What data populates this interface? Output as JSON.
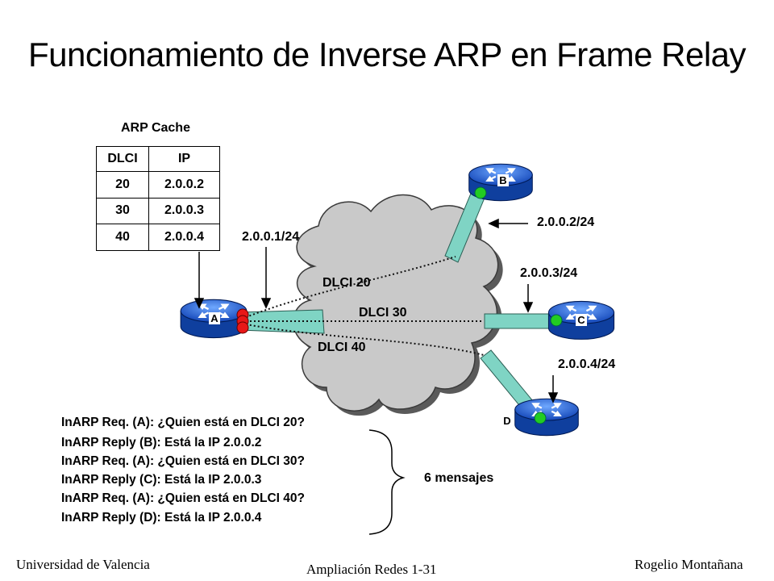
{
  "title": "Funcionamiento de Inverse ARP en Frame Relay",
  "arp_cache": {
    "caption": "ARP Cache",
    "headers": [
      "DLCI",
      "IP"
    ],
    "rows": [
      {
        "dlci": "20",
        "ip": "2.0.0.2"
      },
      {
        "dlci": "30",
        "ip": "2.0.0.3"
      },
      {
        "dlci": "40",
        "ip": "2.0.0.4"
      }
    ]
  },
  "routers": {
    "a": "A",
    "b": "B",
    "c": "C",
    "d": "D"
  },
  "addresses": {
    "a": "2.0.0.1/24",
    "b": "2.0.0.2/24",
    "c": "2.0.0.3/24",
    "d": "2.0.0.4/24"
  },
  "dlci_labels": {
    "d20": "DLCI 20",
    "d30": "DLCI 30",
    "d40": "DLCI 40"
  },
  "messages": [
    "InARP Req. (A): ¿Quien está en DLCI 20?",
    "InARP Reply (B): Está la IP 2.0.0.2",
    "InARP Req. (A): ¿Quien está en DLCI 30?",
    "InARP Reply (C): Está la IP 2.0.0.3",
    "InARP Req. (A): ¿Quien está en DLCI 40?",
    "InARP Reply (D): Está la IP 2.0.0.4"
  ],
  "messages_total": "6 mensajes",
  "footer": {
    "left": "Universidad de Valencia",
    "center": "Ampliación Redes 1-31",
    "right": "Rogelio Montañana"
  },
  "colors": {
    "router_blue": "#1c5fd0",
    "cloud_gray": "#c9c9c9",
    "link_teal": "#7fd4c4",
    "port_red": "#e81818",
    "port_green": "#22cc22"
  }
}
